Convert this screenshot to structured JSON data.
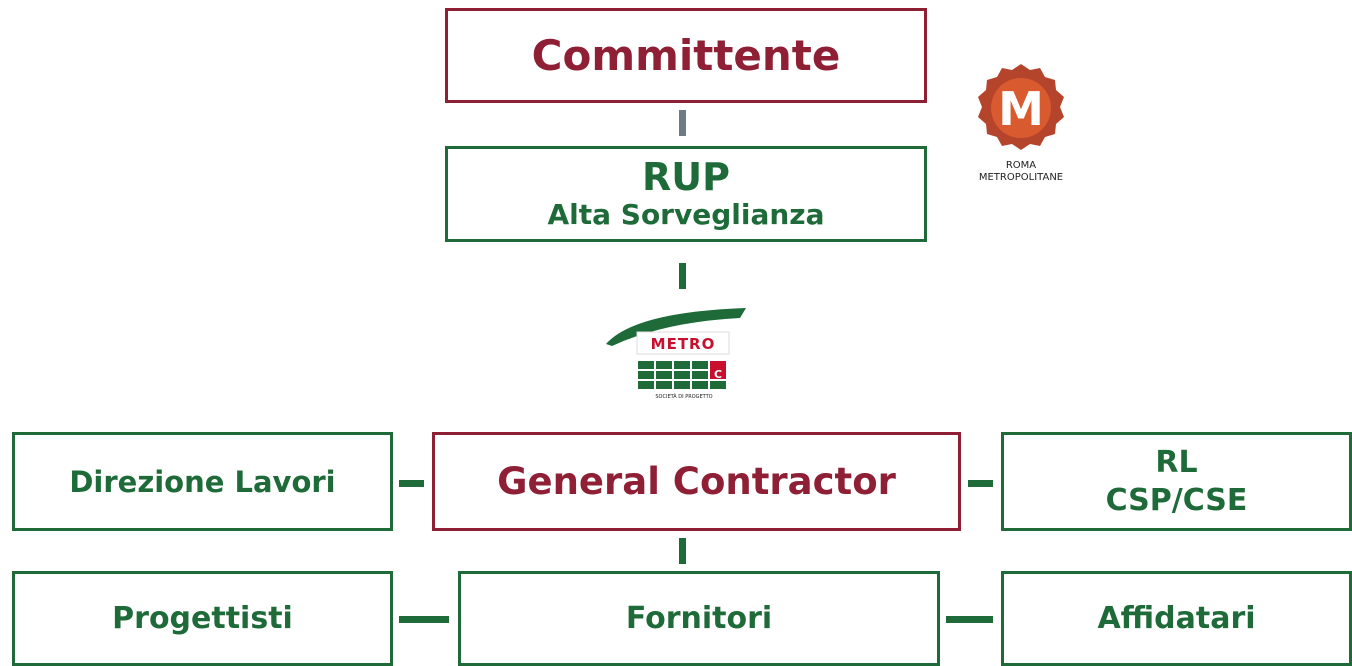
{
  "nodes": {
    "committente": "Committente",
    "rup": "RUP",
    "alta_sorveglianza": "Alta Sorveglianza",
    "general_contractor": "General Contractor",
    "direzione_lavori": "Direzione Lavori",
    "rl": "RL",
    "csp_cse": "CSP/CSE",
    "progettisti": "Progettisti",
    "fornitori": "Fornitori",
    "affidatari": "Affidatari"
  },
  "logos": {
    "roma_metropolitane": {
      "mark": "M",
      "line1": "ROMA",
      "line2": "METROPOLITANE"
    },
    "metro_c": {
      "word": "METRO",
      "letter": "C",
      "caption": "SOCIETÀ DI PROGETTO"
    }
  },
  "colors": {
    "green": "#1e6b39",
    "red": "#8e1f34",
    "connector_gray": "#6d7b85"
  }
}
